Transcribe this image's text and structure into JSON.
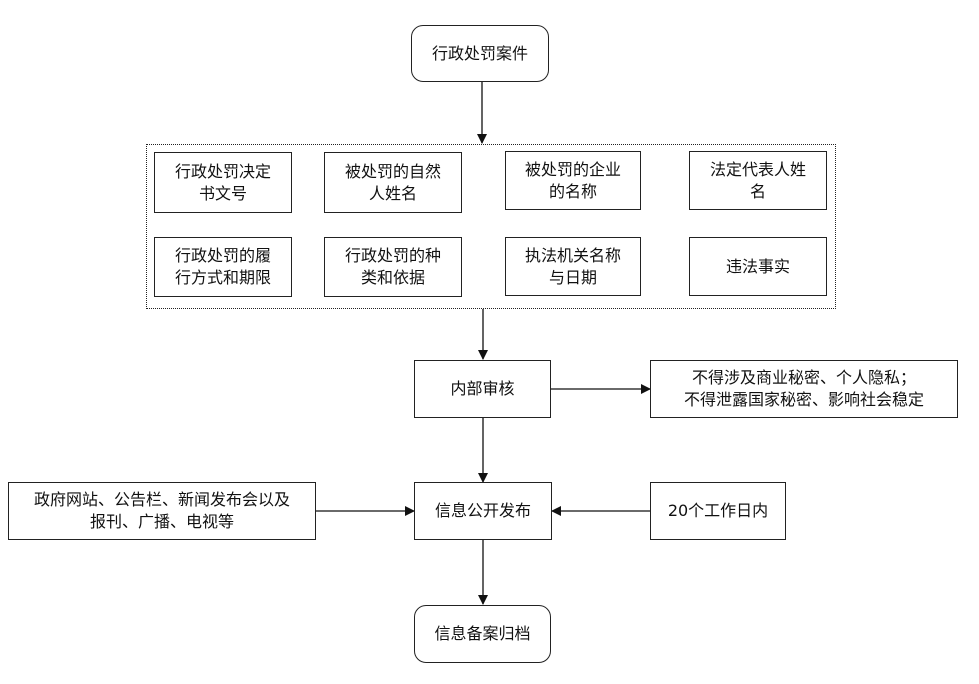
{
  "nodes": {
    "case": "行政处罚案件",
    "items": [
      "行政处罚决定\n书文号",
      "被处罚的自然\n人姓名",
      "被处罚的企业\n的名称",
      "法定代表人姓\n名",
      "行政处罚的履\n行方式和期限",
      "行政处罚的种\n类和依据",
      "执法机关名称\n与日期",
      "违法事实"
    ],
    "review": "内部审核",
    "review_note": "不得涉及商业秘密、个人隐私；\n不得泄露国家秘密、影响社会稳定",
    "publish": "信息公开发布",
    "channels": "政府网站、公告栏、新闻发布会以及\n报刊、广播、电视等",
    "deadline": "20个工作日内",
    "archive": "信息备案归档"
  }
}
